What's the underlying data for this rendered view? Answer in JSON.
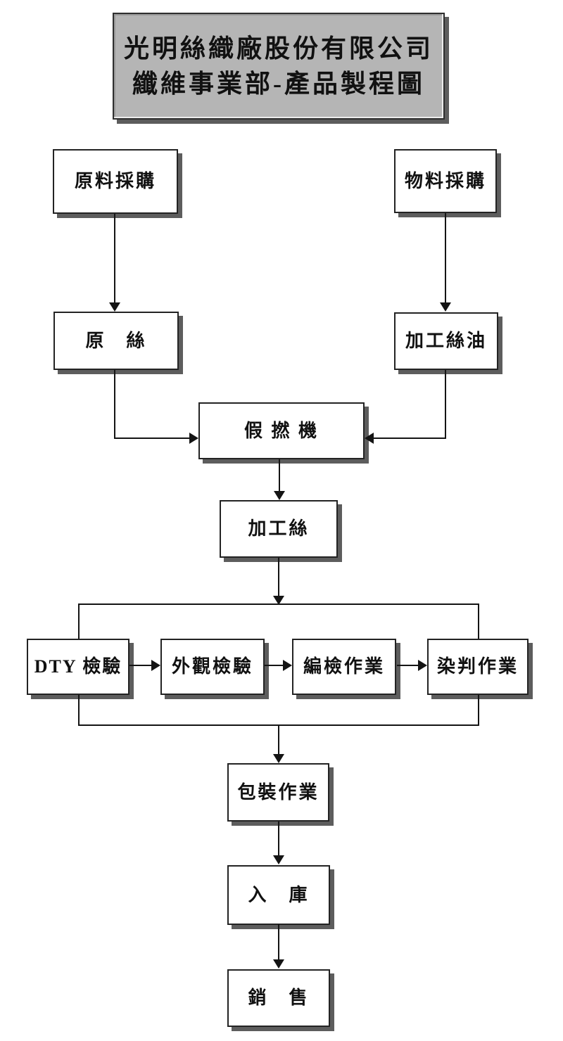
{
  "title": {
    "line1": "光明絲織廠股份有限公司",
    "line2": "纖維事業部-產品製程圖"
  },
  "nodes": {
    "raw_material_purchase": "原料採購",
    "material_purchase": "物料採購",
    "raw_yarn": "原　絲",
    "processed_yarn_oil": "加工絲油",
    "false_twist_machine": "假 撚 機",
    "processed_yarn": "加工絲",
    "dty_inspection": "DTY 檢驗",
    "appearance_inspection": "外觀檢驗",
    "knit_inspection_work": "編檢作業",
    "dye_judgement_work": "染判作業",
    "packaging_work": "包裝作業",
    "warehousing": "入　庫",
    "sales": "銷　售"
  },
  "colors": {
    "background": "#ffffff",
    "title_fill": "#b5b5b5",
    "box_border": "#232323",
    "shadow": "#5d5d5d",
    "line": "#141414"
  }
}
